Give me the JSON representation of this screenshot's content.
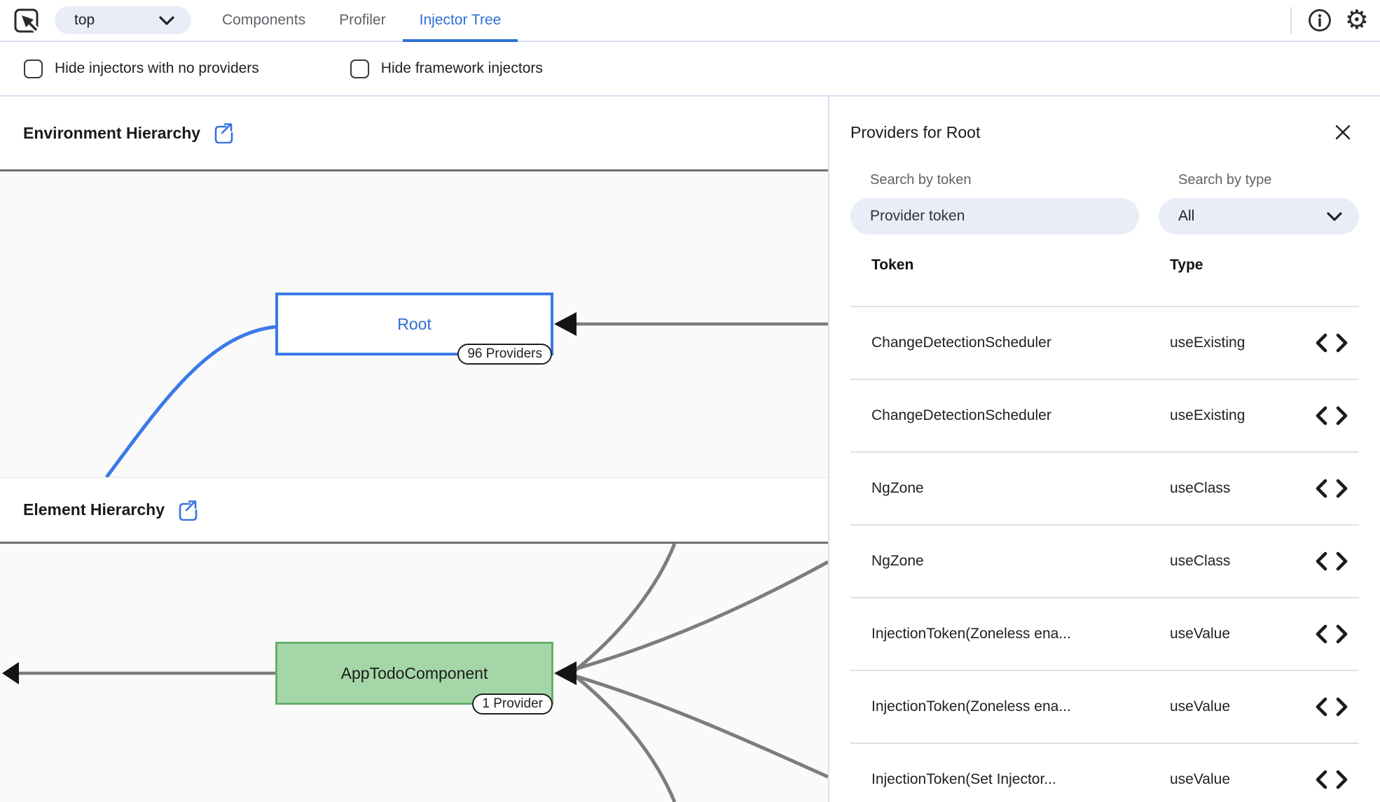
{
  "topbar": {
    "frame_selector": {
      "value": "top"
    },
    "tabs": [
      {
        "label": "Components",
        "active": false
      },
      {
        "label": "Profiler",
        "active": false
      },
      {
        "label": "Injector Tree",
        "active": true
      }
    ],
    "settings_glyph": "⚙"
  },
  "filters": {
    "hide_no_providers": {
      "label": "Hide injectors with no providers",
      "checked": false
    },
    "hide_framework": {
      "label": "Hide framework injectors",
      "checked": false
    }
  },
  "environment": {
    "title": "Environment Hierarchy",
    "node": {
      "label": "Root",
      "badge": "96 Providers"
    }
  },
  "element": {
    "title": "Element Hierarchy",
    "node": {
      "label": "AppTodoComponent",
      "badge": "1 Provider"
    }
  },
  "providers_panel": {
    "title": "Providers for Root",
    "search_token": {
      "label": "Search by token",
      "placeholder": "Provider token"
    },
    "search_type": {
      "label": "Search by type",
      "value": "All"
    },
    "table": {
      "columns": [
        "Token",
        "Type"
      ],
      "rows": [
        {
          "token": "ChangeDetectionScheduler",
          "type": "useExisting"
        },
        {
          "token": "ChangeDetectionScheduler",
          "type": "useExisting"
        },
        {
          "token": "NgZone",
          "type": "useClass"
        },
        {
          "token": "NgZone",
          "type": "useClass"
        },
        {
          "token": "InjectionToken(Zoneless ena...",
          "type": "useValue"
        },
        {
          "token": "InjectionToken(Zoneless ena...",
          "type": "useValue"
        },
        {
          "token": "InjectionToken(Set Injector...",
          "type": "useValue"
        }
      ]
    }
  },
  "colors": {
    "accent": "#2e6fd6",
    "accent_bright": "#3b79e8",
    "pill_bg": "#e9edf7",
    "panel_border": "#d7dff0",
    "divider_dark": "#6f6f6f",
    "edge_gray": "#7d7d7d",
    "green_fill": "#a5d6a7",
    "green_border": "#68b06c",
    "text": "#202124",
    "muted_text": "#5f6368",
    "row_divider": "#e0e0e0",
    "graph_bg": "#fafafa"
  }
}
